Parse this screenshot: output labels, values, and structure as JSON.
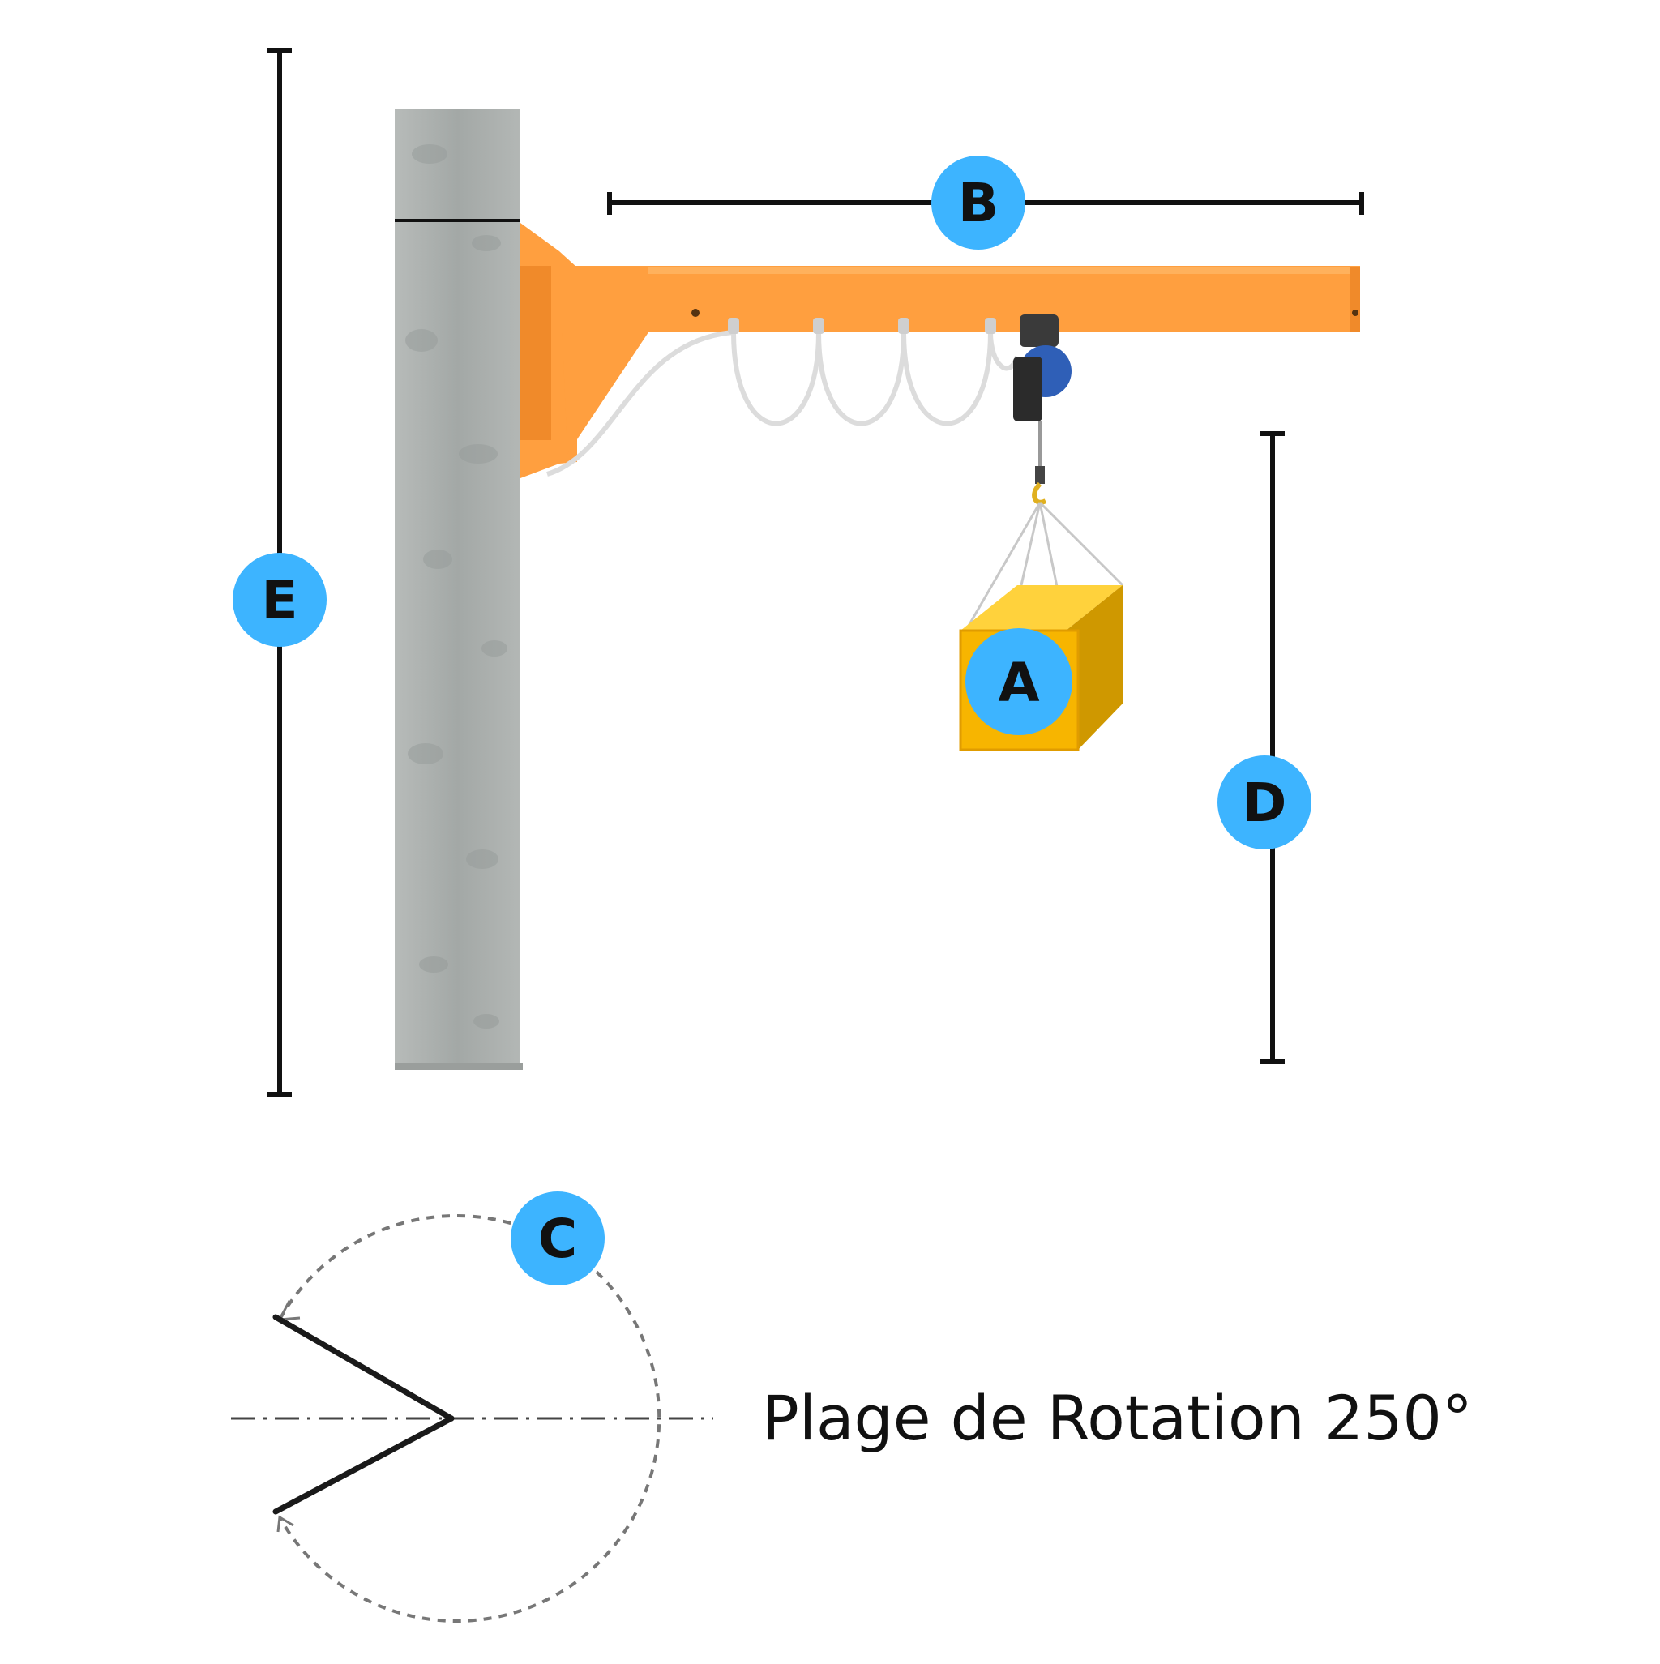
{
  "labels": {
    "a": "A",
    "b": "B",
    "c": "C",
    "d": "D",
    "e": "E"
  },
  "rotation_caption": "Plage de Rotation 250°",
  "colors": {
    "badge": "#3db4ff",
    "badge_text": "#111111",
    "arm": "#ff9f3f",
    "arm_shadow": "#f08a2a",
    "column": "#a9adab",
    "load_front": "#f7b500",
    "load_top": "#ffd23c",
    "load_side": "#cf9800",
    "hoist": "#2f5fb7",
    "dimension_line": "#111111"
  }
}
